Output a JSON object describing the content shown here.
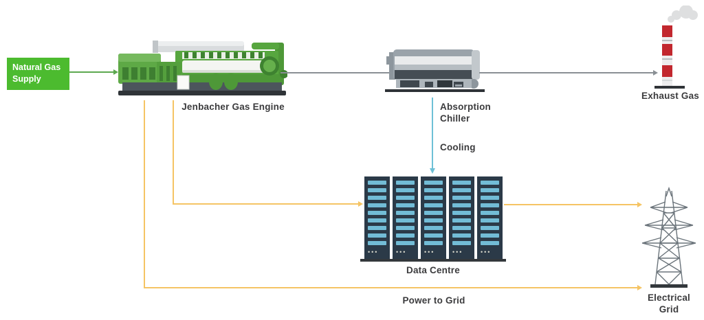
{
  "diagram": {
    "description": "Trigeneration / CHP flow diagram: natural gas powers a Jenbacher gas engine; exhaust drives an absorption chiller that cools a data centre; engine electricity feeds the data centre and the electrical grid",
    "nodes": {
      "natural_gas_supply": {
        "label": "Natural Gas\nSupply",
        "box_color": "#4cbb2f",
        "text_color": "#ffffff"
      },
      "gas_engine": {
        "label": "Jenbacher Gas Engine"
      },
      "absorption_chiller": {
        "label": "Absorption\nChiller"
      },
      "exhaust_gas": {
        "label": "Exhaust Gas"
      },
      "data_centre": {
        "label": "Data Centre",
        "racks": 5,
        "slots_per_rack": 9,
        "led_dots": "•••"
      },
      "electrical_grid": {
        "label": "Electrical\nGrid"
      }
    },
    "flows": {
      "gas_supply_line": {
        "color": "#5ca84f"
      },
      "exhaust_line": {
        "color": "#898f94"
      },
      "cooling": {
        "label": "Cooling",
        "color": "#6ec0d6"
      },
      "power_lines": {
        "color": "#f5c464"
      },
      "power_to_grid": {
        "label": "Power to Grid",
        "color": "#f5c464"
      }
    },
    "palette": {
      "engine_green": "#57a63f",
      "rack_navy": "#2b3a48",
      "rack_slot_blue": "#72bcd6",
      "stack_red": "#c2272e",
      "label_text": "#3b3b3d"
    }
  }
}
